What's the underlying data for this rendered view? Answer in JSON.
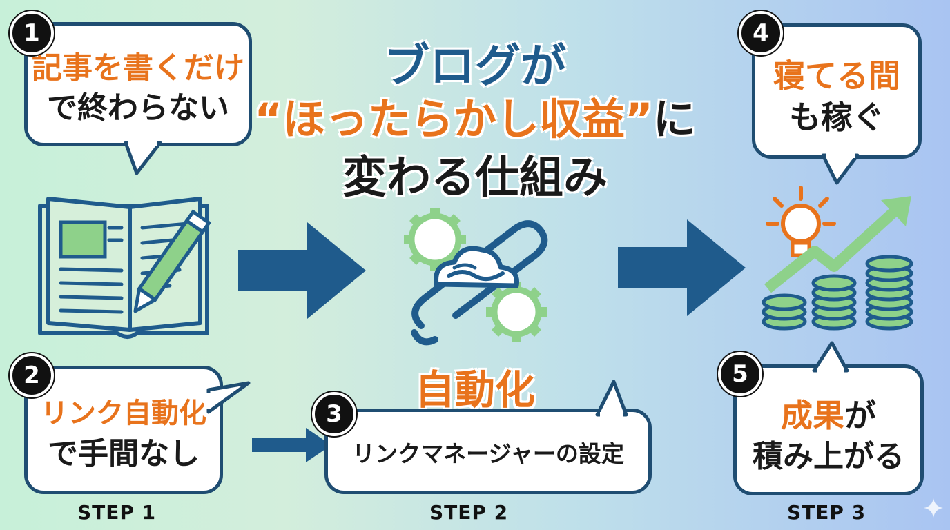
{
  "title": {
    "line1": "ブログが",
    "line2_quote": "“ほったらかし収益”",
    "line2_suffix": "に",
    "line3": "変わる仕組み"
  },
  "bubbles": [
    {
      "number": "1",
      "line1": "記事を書くだけ",
      "line2": "で終わらない"
    },
    {
      "number": "2",
      "line1": "リンク自動化",
      "line2": "で手間なし"
    },
    {
      "number": "3",
      "line1": "リンクマネージャーの設定"
    },
    {
      "number": "4",
      "line1": "寝てる間",
      "line2": "も稼ぐ"
    },
    {
      "number": "5",
      "line1_orange": "成果",
      "line1_suffix": "が",
      "line2": "積み上がる"
    }
  ],
  "center_label": "自動化",
  "steps": [
    "STEP 1",
    "STEP 2",
    "STEP 3"
  ],
  "icons": [
    "notebook-pencil-icon",
    "gears-link-cloud-icon",
    "lightbulb-coins-growth-icon"
  ],
  "colors": {
    "navy": "#1f4d72",
    "orange": "#e8731c",
    "green": "#8ed18a"
  }
}
